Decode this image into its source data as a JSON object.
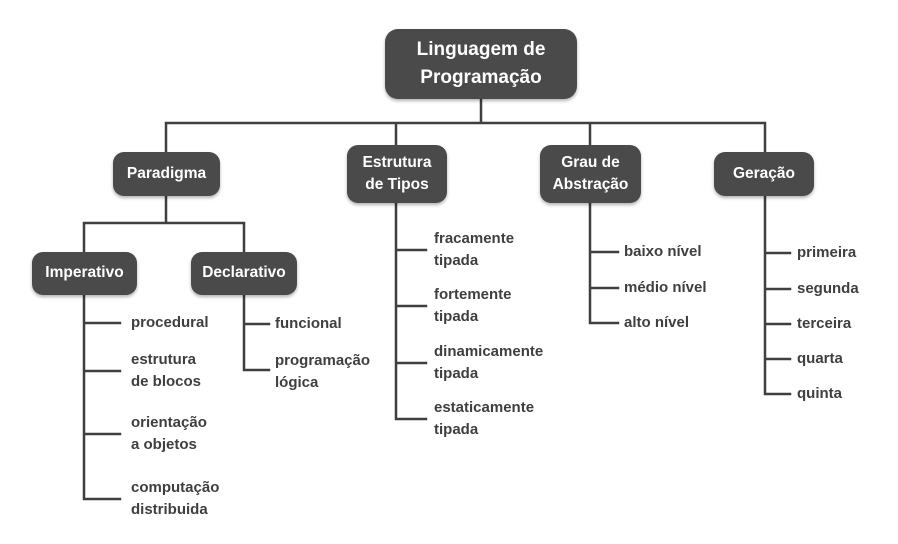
{
  "palette": {
    "node_background": "#4a4a4a",
    "node_text": "#ffffff",
    "connector_line": "#3f3f3f",
    "leaf_text": "#3f3f3f",
    "page_background": "#ffffff"
  },
  "tree": {
    "root": "Linguagem de\nProgramação",
    "branches": [
      {
        "label": "Paradigma",
        "children": [
          {
            "label": "Imperativo",
            "leaves": [
              "procedural",
              "estrutura\nde blocos",
              "orientação\na objetos",
              "computação\ndistribuida"
            ]
          },
          {
            "label": "Declarativo",
            "leaves": [
              "funcional",
              "programação\nlógica"
            ]
          }
        ]
      },
      {
        "label": "Estrutura\nde Tipos",
        "leaves": [
          "fracamente\ntipada",
          "fortemente\ntipada",
          "dinamicamente\ntipada",
          "estaticamente\ntipada"
        ]
      },
      {
        "label": "Grau de\nAbstração",
        "leaves": [
          "baixo nível",
          "médio nível",
          "alto nível"
        ]
      },
      {
        "label": "Geração",
        "leaves": [
          "primeira",
          "segunda",
          "terceira",
          "quarta",
          "quinta"
        ]
      }
    ]
  }
}
